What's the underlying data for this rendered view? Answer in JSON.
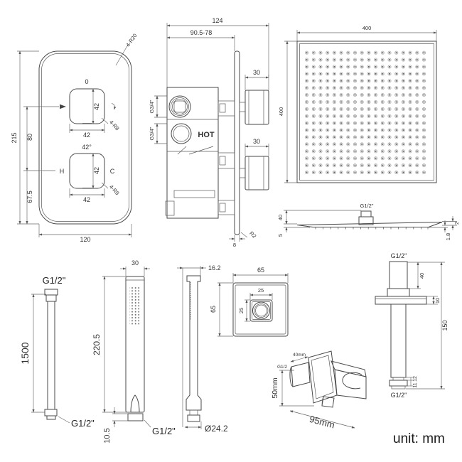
{
  "unit_label": "unit: mm",
  "panel_front": {
    "overall_height": "215",
    "overall_width": "120",
    "knob_spacing": "80",
    "bottom_offset": "67.5",
    "corner_note": "4-R20",
    "top_knob": {
      "position_label": "0",
      "width_dim": "42",
      "height_dim": "42",
      "corner_note": "4-R8"
    },
    "bottom_knob": {
      "angle_label": "42°",
      "hot_label": "H",
      "cold_label": "C",
      "width_dim": "42",
      "height_dim": "42",
      "corner_note": "4-R8"
    }
  },
  "valve_side": {
    "overall_width": "124",
    "depth_range": "90.5-78",
    "upper_handle_depth": "30",
    "lower_handle_depth": "30",
    "upper_port_thread": "G3/4\"",
    "lower_port_thread": "G3/4\"",
    "hot_label": "HOT",
    "plate_thickness": "8",
    "plate_corner": "R2"
  },
  "head_top_view": {
    "width_dim": "400",
    "height_dim": "400"
  },
  "head_side_view": {
    "thread": "G1/2\"",
    "connector_height": "40",
    "left_edge": "5",
    "right_edge_top": "2",
    "right_edge_bottom": "1.8"
  },
  "hose": {
    "top_thread": "G1/2\"",
    "length": "1500",
    "bottom_thread": "G1/2\""
  },
  "hand_shower_front": {
    "width_dim": "30",
    "length_dim": "220.5",
    "thread_length": "10.5",
    "thread": "G1/2\""
  },
  "hand_shower_side": {
    "depth_dim": "16.2",
    "thread_diameter": "Ø24.2"
  },
  "wall_outlet_face": {
    "width_dim": "65",
    "height_dim": "65",
    "inner_width": "25",
    "inner_height": "25"
  },
  "wall_bracket_iso": {
    "depth_label": "40mm",
    "thread_label": "G1/2",
    "height_label": "50mm",
    "width_label": "95mm"
  },
  "ceiling_arm": {
    "top_thread": "G1/2\"",
    "thread_length": "40",
    "flange_thickness": "10",
    "arm_length": "150",
    "step_dim": "12",
    "tip_dim": "11",
    "bottom_thread": "G1/2\""
  },
  "colors": {
    "line": "#4a4a4a",
    "dim": "#666666",
    "text": "#333333",
    "background": "#ffffff"
  }
}
